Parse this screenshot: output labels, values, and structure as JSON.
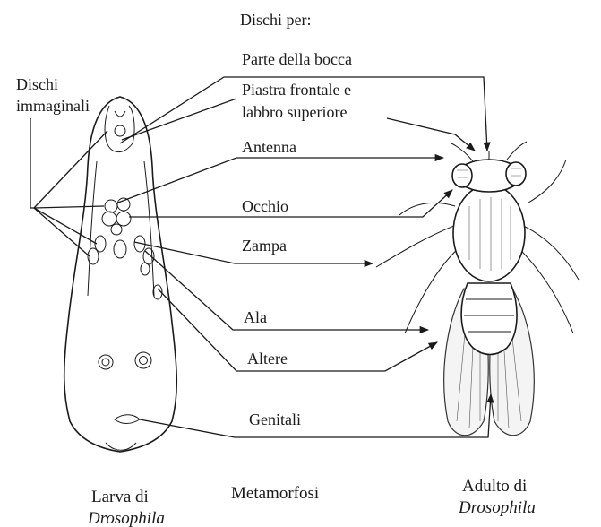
{
  "header": "Dischi per:",
  "left_label": [
    "Dischi",
    "immaginali"
  ],
  "structures": [
    {
      "id": "mouth",
      "lines": [
        "Parte della bocca"
      ]
    },
    {
      "id": "frontal",
      "lines": [
        "Piastra frontale e",
        "labbro superiore"
      ]
    },
    {
      "id": "antenna",
      "lines": [
        "Antenna"
      ]
    },
    {
      "id": "eye",
      "lines": [
        "Occhio"
      ]
    },
    {
      "id": "leg",
      "lines": [
        "Zampa"
      ]
    },
    {
      "id": "wing",
      "lines": [
        "Ala"
      ]
    },
    {
      "id": "haltere",
      "lines": [
        "Altere"
      ]
    },
    {
      "id": "genitals",
      "lines": [
        "Genitali"
      ]
    }
  ],
  "captions": {
    "larva_line1": "Larva di",
    "larva_line2": "Drosophila",
    "middle": "Metamorfosi",
    "adult_line1": "Adulto di",
    "adult_line2": "Drosophila"
  }
}
